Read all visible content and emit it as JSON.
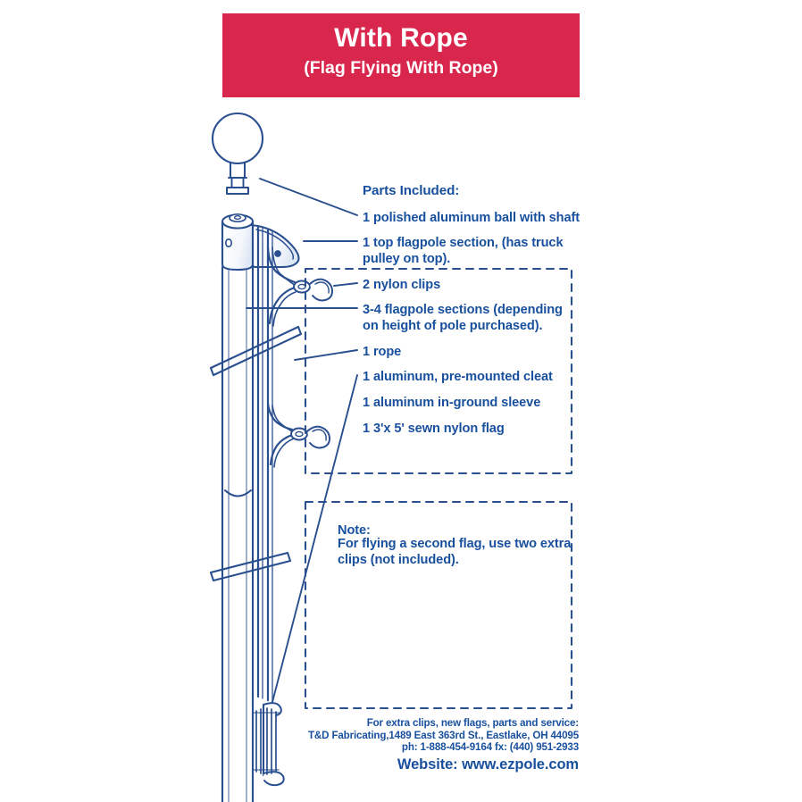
{
  "banner": {
    "title": "With Rope",
    "subtitle": "(Flag Flying With Rope)",
    "bg_color": "#d8264c",
    "text_color": "#ffffff"
  },
  "colors": {
    "ink": "#19509e",
    "line_dark": "#2a4f8f",
    "accent_red": "#d8264c",
    "page_bg": "#ffffff"
  },
  "parts": {
    "heading": "Parts Included:",
    "items": [
      {
        "id": "ball",
        "label": "1 polished aluminum ball with shaft"
      },
      {
        "id": "top-section",
        "label": "1 top flagpole section, (has truck\npulley on top)."
      },
      {
        "id": "clips",
        "label": "2 nylon clips"
      },
      {
        "id": "sections",
        "label": "3-4 flagpole sections (depending\non height of pole purchased)."
      },
      {
        "id": "rope",
        "label": "1 rope"
      },
      {
        "id": "cleat",
        "label": "1 aluminum, pre-mounted cleat"
      },
      {
        "id": "sleeve",
        "label": "1 aluminum in-ground sleeve"
      },
      {
        "id": "flag",
        "label": "1 3'x 5' sewn nylon flag"
      }
    ]
  },
  "note": {
    "title": "Note:",
    "body": "For flying a second flag, use two extra\nclips (not included)."
  },
  "footer": {
    "line1": "For extra clips, new flags, parts and service:",
    "line2": "T&D Fabricating,1489 East 363rd St., Eastlake, OH 44095",
    "line3": "ph: 1-888-454-9164  fx: (440) 951-2933",
    "website": "Website: www.ezpole.com"
  },
  "illustration": {
    "ball_label": "aluminum-ball-with-shaft",
    "truck_label": "truck-pulley-assembly",
    "pole_label": "flagpole-shaft",
    "rope_label": "halyard-rope",
    "clip_upper_label": "nylon-clip-upper",
    "clip_lower_label": "nylon-clip-lower",
    "cleat_label": "pre-mounted-cleat",
    "flag_edge_upper_label": "flag-edge-upper",
    "flag_edge_lower_label": "flag-edge-lower"
  }
}
